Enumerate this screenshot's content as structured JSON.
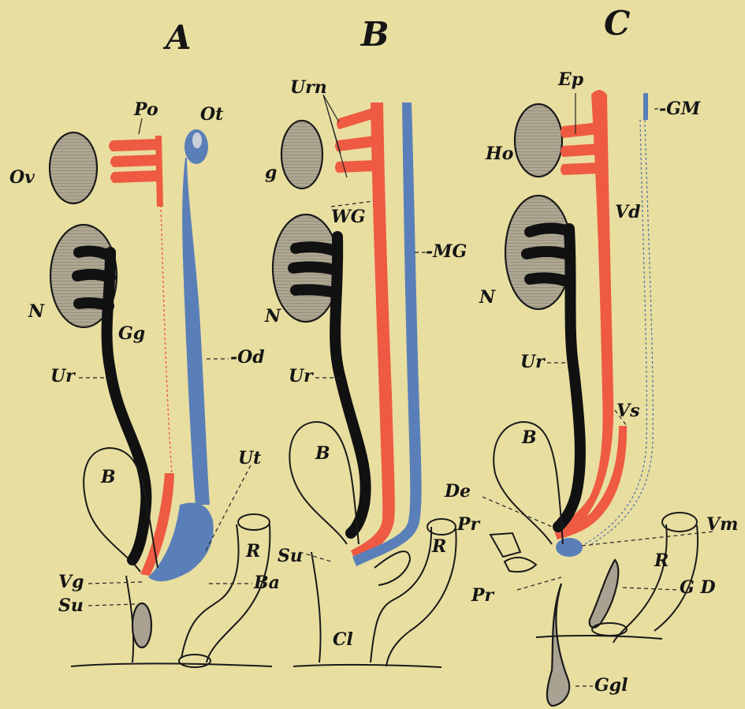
{
  "figures": {
    "A": {
      "title": "A",
      "labels": {
        "Po": "Po",
        "Ot": "Ot",
        "Ov": "Ov",
        "N": "N",
        "Gg": "Gg",
        "Od": "-Od",
        "Ur": "Ur",
        "Ut": "Ut",
        "B": "B",
        "R": "R",
        "Vg": "Vg",
        "Su": "Su",
        "Ba": "Ba"
      }
    },
    "B": {
      "title": "B",
      "labels": {
        "Urn": "Urn",
        "g": "g",
        "WG": "WG",
        "MG": "-MG",
        "N": "N",
        "Ur": "Ur",
        "B": "B",
        "Su": "Su",
        "R": "R",
        "Cl": "Cl"
      }
    },
    "C": {
      "title": "C",
      "labels": {
        "Ep": "Ep",
        "GM": "-GM",
        "Ho": "Ho",
        "Vd": "Vd",
        "N": "N",
        "Ur": "Ur",
        "Vs": "Vs",
        "B": "B",
        "De": "De",
        "Pr1": "Pr",
        "Vm": "Vm",
        "R": "R",
        "Pr2": "Pr",
        "GD": "G D",
        "Ggl": "Ggl"
      }
    }
  },
  "colors": {
    "background": "#e8dea0",
    "male_duct_red": "#ee5a42",
    "female_duct_blue": "#5a7fb8",
    "ureter_black": "#111111",
    "gonad_gray": "#a9a292"
  }
}
